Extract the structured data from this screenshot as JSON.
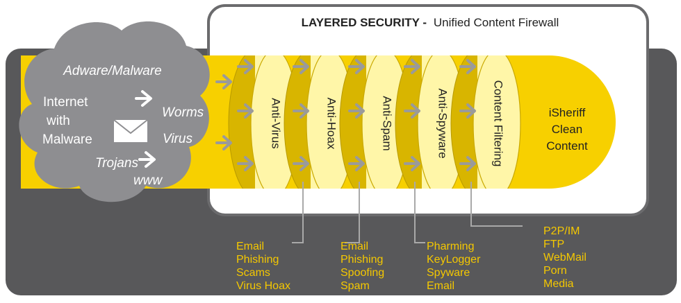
{
  "title": {
    "bold": "LAYERED SECURITY -",
    "normal": "Unified Content Firewall"
  },
  "cloud": {
    "threats": [
      "Adware/Malware",
      "Worms",
      "Virus",
      "Trojans",
      "www"
    ],
    "source_lines": [
      "Internet",
      "with",
      "Malware"
    ]
  },
  "layers": [
    "Anti-Virus",
    "Anti-Hoax",
    "Anti-Spam",
    "Anti-Spyware",
    "Content Filtering"
  ],
  "output_lines": [
    "iSheriff",
    "Clean",
    "Content"
  ],
  "feature_groups": [
    {
      "items": [
        "Email",
        "Phishing",
        "Scams",
        "Virus Hoax"
      ]
    },
    {
      "items": [
        "Email",
        "Phishing",
        "Spoofing",
        "Spam"
      ]
    },
    {
      "items": [
        "Pharming",
        "KeyLogger",
        "Spyware",
        "Email"
      ]
    },
    {
      "items": [
        "P2P/IM",
        "FTP",
        "WebMail",
        "Porn",
        "Media"
      ]
    }
  ],
  "colors": {
    "background": "#58585a",
    "frame_border": "#6b6b6d",
    "cloud": "#8e8e91",
    "beam": "#f7d000",
    "disc_dark": "#d8b500",
    "disc_light": "#fff6a8",
    "arrow": "#9a9a9a",
    "feature_text": "#f5c800",
    "connector": "#a9a9a9"
  }
}
